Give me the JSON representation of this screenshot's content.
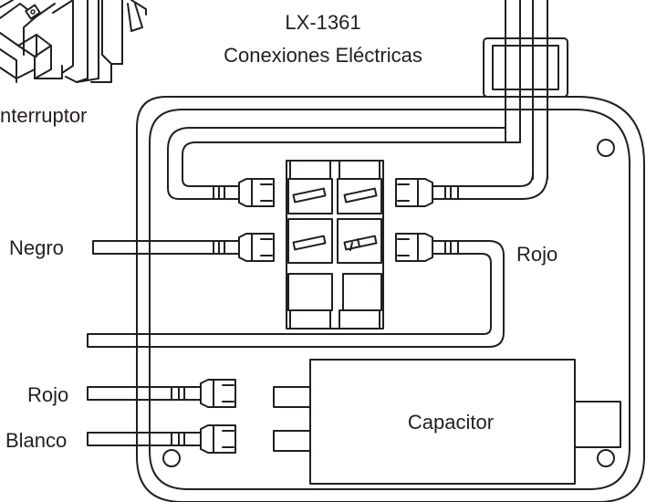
{
  "diagram": {
    "title_line1": "LX-1361",
    "title_line2": "Conexiones Eléctricas",
    "labels": {
      "switch": "nterruptor",
      "negro": "Negro",
      "rojo_right": "Rojo",
      "rojo_left": "Rojo",
      "blanco": "Blanco",
      "capacitor": "Capacitor"
    }
  }
}
